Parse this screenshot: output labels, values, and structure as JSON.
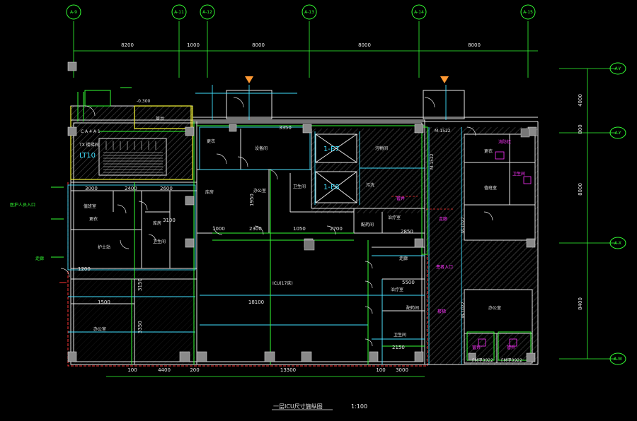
{
  "drawing": {
    "title": "一层ICU尺寸施纵图",
    "scale": "1:100"
  },
  "axes": {
    "top": [
      "A-9",
      "A-11",
      "A-12",
      "A-13",
      "A-14",
      "A-15"
    ],
    "right": [
      "A-Y",
      "A-Y",
      "A-X",
      "A-W"
    ]
  },
  "dimensions": {
    "top": [
      "8200",
      "1000",
      "8000",
      "8000",
      "8000"
    ],
    "right": [
      "4000",
      "800",
      "8000",
      "8400"
    ],
    "bottom": [
      "100",
      "4400",
      "200",
      "13300",
      "100",
      "3000"
    ],
    "interior": [
      "18100",
      "3000",
      "2400",
      "2600",
      "3150",
      "3100",
      "1950",
      "2850",
      "5500",
      "1050",
      "1200",
      "3350",
      "2150",
      "1500",
      "1000",
      "2300",
      "2700"
    ]
  },
  "rooms": {
    "icu": "ICU(17床)",
    "stair": "TX 楼梯间",
    "stair_code": "LT10",
    "elevator1": "1-E7",
    "elevator2": "1-E8",
    "well": "管井",
    "toilet": "卫生间",
    "nurse": "护士站",
    "office": "办公室",
    "store": "库房",
    "duty": "值班室",
    "dress": "更衣",
    "clean": "污物间",
    "dirty": "污洗",
    "treatment": "治疗室",
    "prep": "配药间",
    "equip": "设备间",
    "room_misc": "走廊"
  },
  "annotations": {
    "left1": "医护人员入口",
    "left2": "走廊",
    "mid1": "消防栓",
    "mid2": "患者入口",
    "mid3": "楼梯",
    "code1": "M-1522",
    "code2": "M-1022",
    "code3": "FM甲0922",
    "level": "-0.300"
  },
  "colors": {
    "background": "#000000",
    "wall": "#ffffff",
    "grid": "#33ff33",
    "cyan": "#40e0ff",
    "red": "#ff3333",
    "magenta": "#ff33ff",
    "yellow": "#ffff33",
    "orange": "#ff9933"
  }
}
